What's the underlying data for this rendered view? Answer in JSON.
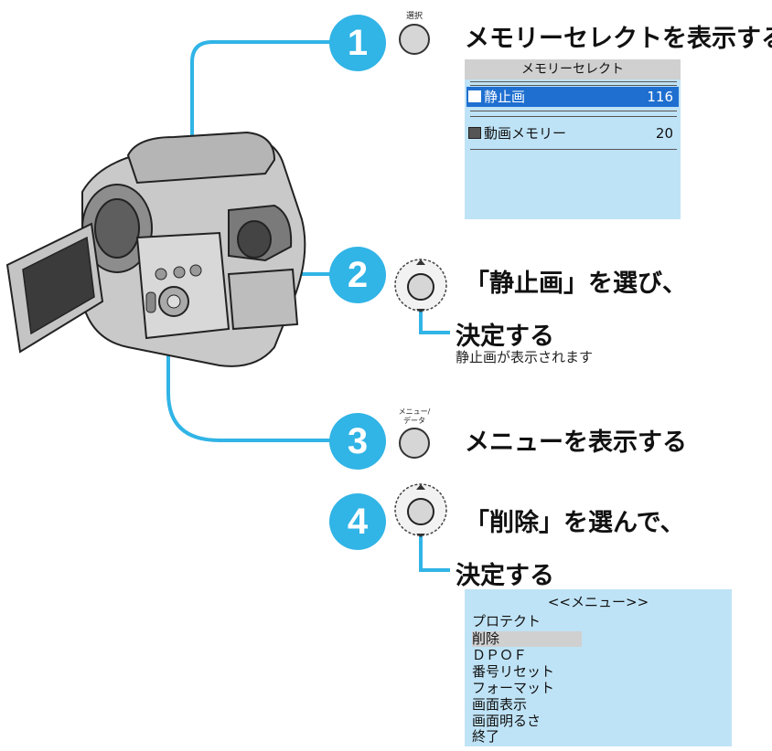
{
  "steps": [
    {
      "number": "1",
      "button_label": "選択",
      "heading": "メモリーセレクトを表示する"
    },
    {
      "number": "2",
      "heading": "「静止画」を選び、",
      "confirm": "決定する",
      "note": "静止画が表示されます"
    },
    {
      "number": "3",
      "button_label_line1": "メニュー/",
      "button_label_line2": "データ",
      "heading": "メニューを表示する"
    },
    {
      "number": "4",
      "heading": "「削除」を選んで、",
      "confirm": "決定する"
    }
  ],
  "memory_select": {
    "title": "メモリーセレクト",
    "rows": [
      {
        "label": "静止画",
        "count": "116",
        "selected": true
      },
      {
        "label": "動画メモリー",
        "count": "20",
        "selected": false
      }
    ]
  },
  "menu": {
    "title": "<<メニュー>>",
    "items": [
      "プロテクト",
      "削除",
      "ＤＰＯＦ",
      "番号リセット",
      "フォーマット",
      "画面表示",
      "画面明るさ",
      "終了"
    ],
    "highlighted": "削除"
  },
  "colors": {
    "accent": "#31b4e6",
    "lcd": "#bfe3f6",
    "selection": "#1e6fd0"
  }
}
